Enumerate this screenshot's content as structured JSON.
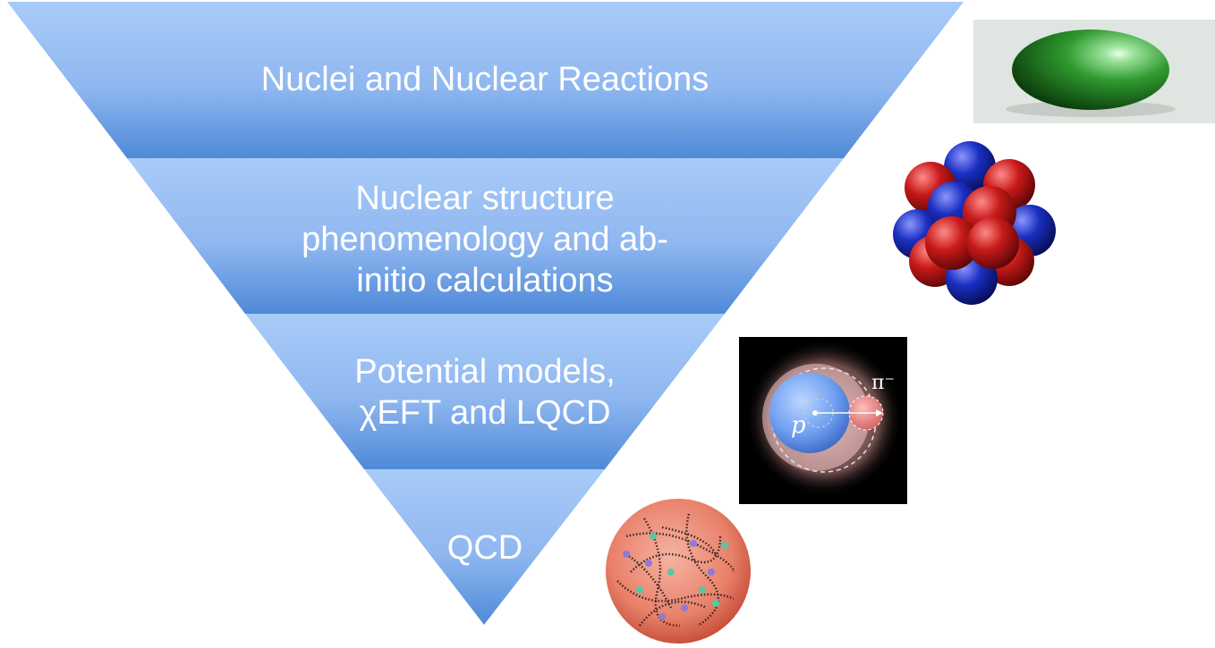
{
  "tiers": [
    {
      "label": "Nuclei and Nuclear Reactions"
    },
    {
      "label": "Nuclear structure phenomenology and ab-initio calculations"
    },
    {
      "label": "Potential models, χEFT and LQCD"
    },
    {
      "label": "QCD"
    }
  ],
  "illustrations": {
    "pion_cloud": {
      "proton_label": "p",
      "pion_label": "π⁻"
    }
  },
  "colors": {
    "funnel_top": "#9dc3f7",
    "funnel_bottom": "#4f89d8",
    "proton_red": "#c81a1a",
    "neutron_blue": "#1a2fc0",
    "nucleus_green": "#2f9a2f",
    "quark_sphere": "#e8806a"
  },
  "icons": [
    "deformed-nucleus-icon",
    "nucleon-cluster-icon",
    "pion-cloud-icon",
    "quark-gluon-sphere-icon"
  ]
}
